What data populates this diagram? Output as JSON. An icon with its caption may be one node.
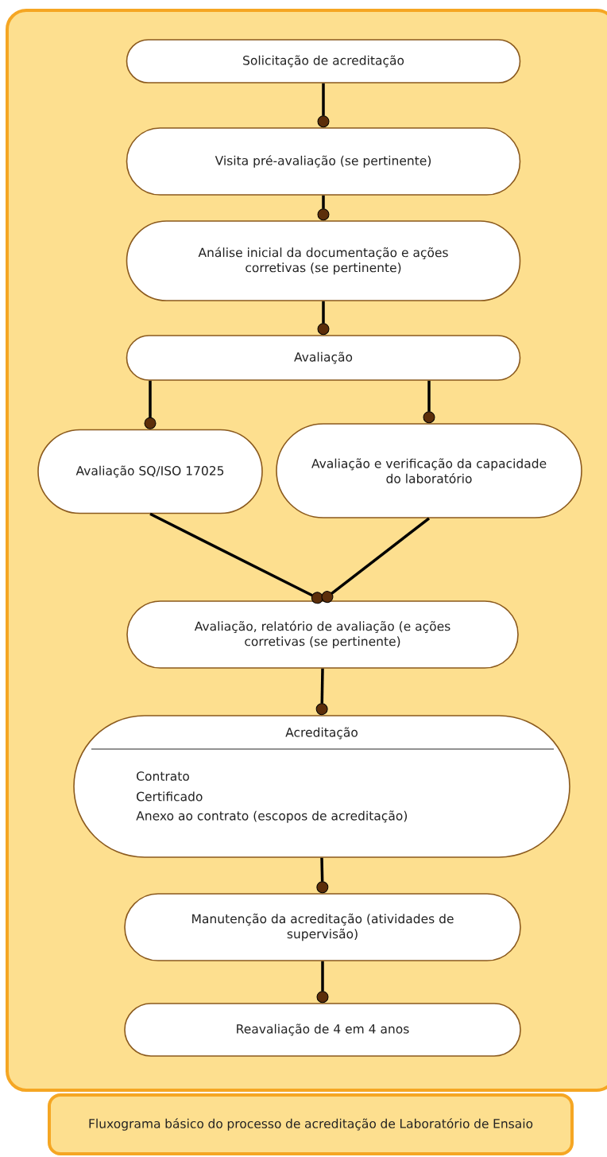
{
  "diagram": {
    "nodes": [
      {
        "text": [
          "Solicitação de acreditação"
        ]
      },
      {
        "text": [
          "Visita pré-avaliação (se pertinente)"
        ]
      },
      {
        "text": [
          "Análise inicial da documentação e ações corretivas (se pertinente)"
        ]
      },
      {
        "text": [
          "Avaliação"
        ]
      },
      {
        "text": [
          "Avaliação SQ/ISO 17025"
        ]
      },
      {
        "text": [
          "Avaliação e verificação da capacidade do laboratório"
        ]
      },
      {
        "text": [
          "Avaliação, relatório de avaliação (e ações corretivas (se pertinente)"
        ]
      },
      {
        "text": [
          "Acreditação",
          "Contrato",
          "Certificado",
          "Anexo ao contrato (escopos de acreditação)"
        ]
      },
      {
        "text": [
          "Manutenção da acreditação (atividades de supervisão)"
        ]
      },
      {
        "text": [
          "Reavaliação de 4 em 4 anos"
        ]
      },
      {
        "text": [
          "Fluxograma básico do processo de  acreditação de Laboratório de Ensaio"
        ]
      }
    ],
    "edges": [
      {
        "from": 0,
        "to": 1,
        "arrow": "other"
      },
      {
        "from": 1,
        "to": 2,
        "arrow": "other"
      },
      {
        "from": 2,
        "to": 3,
        "arrow": "other"
      },
      {
        "from": 3,
        "to": 4,
        "arrow": "other"
      },
      {
        "from": 3,
        "to": 5,
        "arrow": "other"
      },
      {
        "from": 4,
        "to": 6,
        "arrow": "other"
      },
      {
        "from": 5,
        "to": 6,
        "arrow": "other"
      },
      {
        "from": 6,
        "to": 7,
        "arrow": "other"
      },
      {
        "from": 7,
        "to": 8,
        "arrow": "other"
      },
      {
        "from": 8,
        "to": 9,
        "arrow": "other"
      }
    ]
  }
}
